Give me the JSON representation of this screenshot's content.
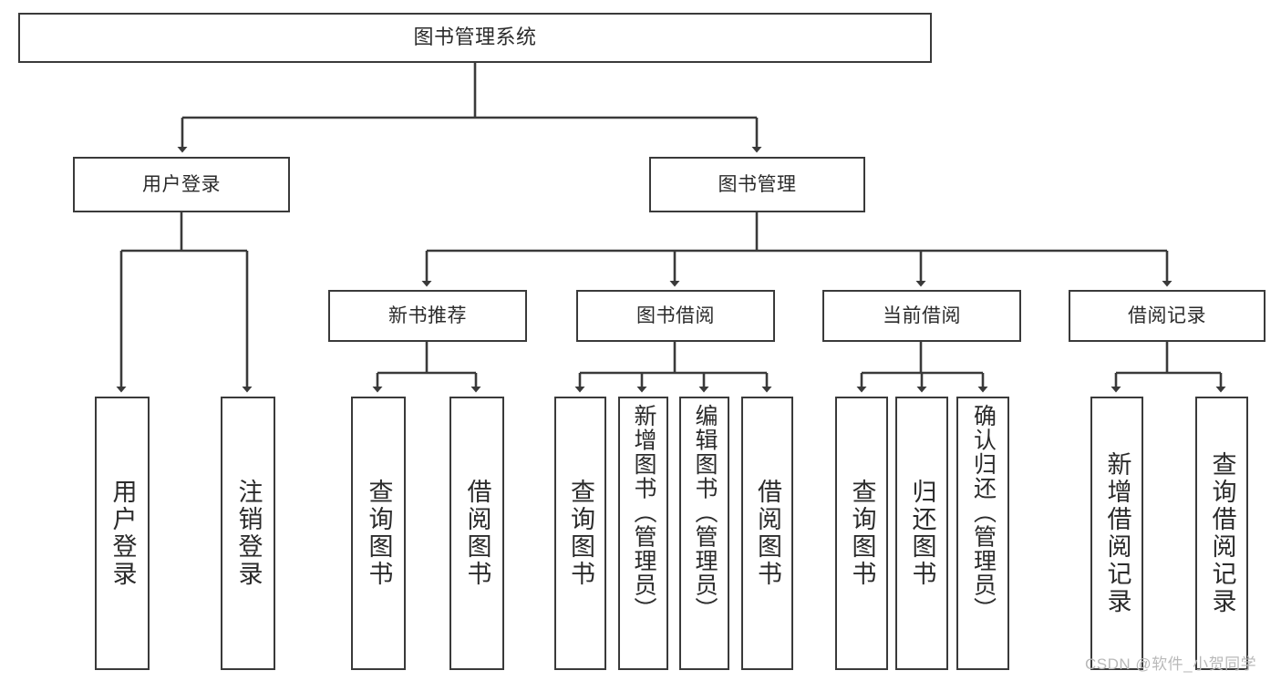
{
  "diagram": {
    "type": "tree-hierarchy-flowchart",
    "title_node": {
      "id": "root",
      "label": "图书管理系统"
    },
    "level2": [
      {
        "id": "user-login",
        "label": "用户登录"
      },
      {
        "id": "book-manage",
        "label": "图书管理"
      }
    ],
    "level3": [
      {
        "id": "new-book-rec",
        "label": "新书推荐",
        "parent": "book-manage"
      },
      {
        "id": "book-borrow",
        "label": "图书借阅",
        "parent": "book-manage"
      },
      {
        "id": "current-borrow",
        "label": "当前借阅",
        "parent": "book-manage"
      },
      {
        "id": "borrow-record",
        "label": "借阅记录",
        "parent": "book-manage"
      }
    ],
    "leaves": {
      "user_login": [
        {
          "id": "leaf-user-login",
          "label": "用户登录"
        },
        {
          "id": "leaf-logout",
          "label": "注销登录"
        }
      ],
      "new_book_rec": [
        {
          "id": "leaf-query-book-1",
          "label": "查询图书"
        },
        {
          "id": "leaf-borrow-book-1",
          "label": "借阅图书"
        }
      ],
      "book_borrow": [
        {
          "id": "leaf-query-book-2",
          "label": "查询图书"
        },
        {
          "id": "leaf-add-book",
          "label": "新增图书（管理员）"
        },
        {
          "id": "leaf-edit-book",
          "label": "编辑图书（管理员）"
        },
        {
          "id": "leaf-borrow-book-2",
          "label": "借阅图书"
        }
      ],
      "current_borrow": [
        {
          "id": "leaf-query-book-3",
          "label": "查询图书"
        },
        {
          "id": "leaf-return-book",
          "label": "归还图书"
        },
        {
          "id": "leaf-confirm-return",
          "label": "确认归还（管理员）"
        }
      ],
      "borrow_record": [
        {
          "id": "leaf-add-record",
          "label": "新增借阅记录"
        },
        {
          "id": "leaf-query-record",
          "label": "查询借阅记录"
        }
      ]
    },
    "colors": {
      "stroke": "#3a3a3a",
      "fill": "#ffffff",
      "text": "#2b2b2b",
      "watermark": "#b9b9b9"
    }
  },
  "watermark": {
    "text": "CSDN @软件_小贺同学"
  }
}
